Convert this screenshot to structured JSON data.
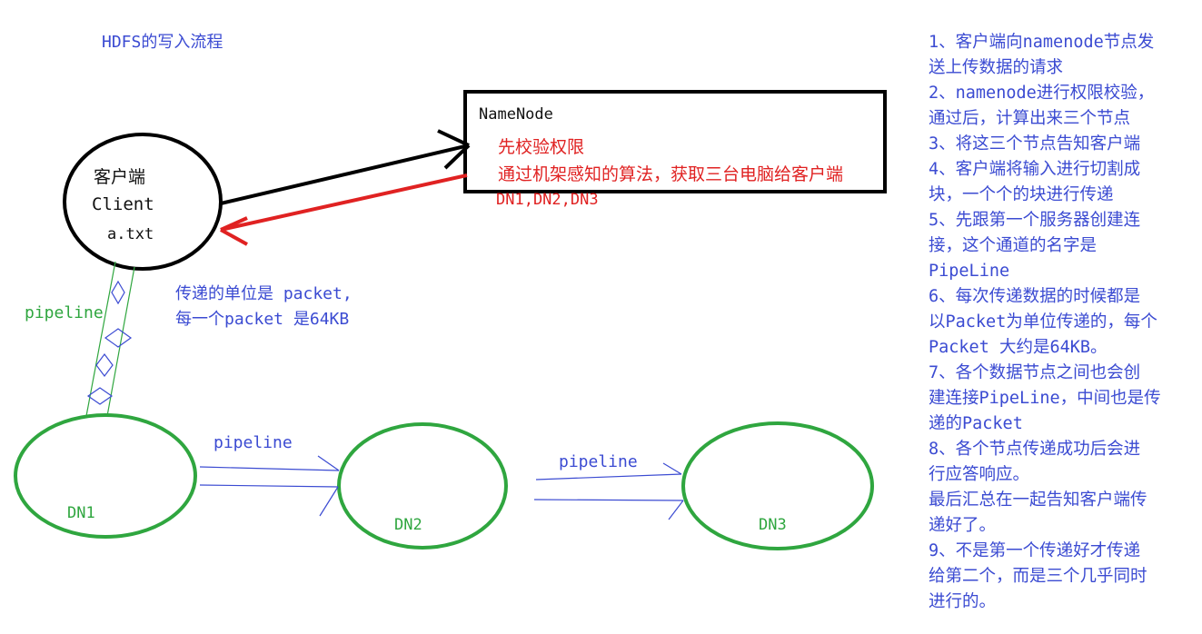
{
  "title": "HDFS的写入流程",
  "client": {
    "line1": "客户端",
    "line2": "Client",
    "file": "a.txt"
  },
  "namenode": {
    "label": "NameNode",
    "note1": "先校验权限",
    "note2": "通过机架感知的算法，获取三台电脑给客户端",
    "note3": "DN1,DN2,DN3"
  },
  "pipeline_labels": {
    "client_to_dn1": "pipeline",
    "dn1_to_dn2": "pipeline",
    "dn2_to_dn3": "pipeline"
  },
  "packet_note": {
    "line1": "传递的单位是 packet,",
    "line2": "每一个packet 是64KB"
  },
  "datanodes": [
    "DN1",
    "DN2",
    "DN3"
  ],
  "steps": [
    "1、客户端向namenode节点发",
    "送上传数据的请求",
    "2、namenode进行权限校验，",
    "通过后，计算出来三个节点",
    "3、将这三个节点告知客户端",
    "4、客户端将输入进行切割成",
    "块，一个个的块进行传递",
    "5、先跟第一个服务器创建连",
    "接，这个通道的名字是",
    "PipeLine",
    "6、每次传递数据的时候都是",
    "以Packet为单位传递的，每个",
    "Packet 大约是64KB。",
    "7、各个数据节点之间也会创",
    "建连接PipeLine，中间也是传",
    "递的Packet",
    "8、各个节点传递成功后会进",
    "行应答响应。",
    "最后汇总在一起告知客户端传",
    "递好了。",
    "9、不是第一个传递好才传递",
    "给第二个，而是三个几乎同时",
    "进行的。"
  ],
  "colors": {
    "blue": "#3b4bd2",
    "green": "#2fa63f",
    "red": "#e02222",
    "black": "#111111"
  }
}
